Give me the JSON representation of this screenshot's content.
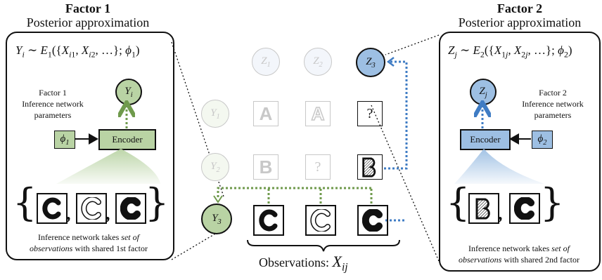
{
  "factor1": {
    "title": "Factor 1",
    "subtitle": "Posterior approximation",
    "formula": "Y_i ~ E_1({X_i1, X_i2, …}; φ_1)",
    "node_label": "Y_i",
    "params_label": "Factor 1\nInference network\nparameters",
    "phi_label": "φ_1",
    "encoder_label": "Encoder",
    "caption_line1": "Inference network takes set of",
    "caption_line2": "observations with shared 1st factor",
    "set_glyphs": [
      "C",
      "C",
      "C"
    ]
  },
  "factor2": {
    "title": "Factor 2",
    "subtitle": "Posterior approximation",
    "formula": "Z_j ~ E_2({X_1j, X_2j, …}; φ_2)",
    "node_label": "Z_j",
    "params_label": "Factor 2\nInference network\nparameters",
    "phi_label": "φ_2",
    "encoder_label": "Encoder",
    "caption_line1": "Inference network takes set of",
    "caption_line2": "observations with shared 2nd factor",
    "set_glyphs": [
      "B",
      "C"
    ]
  },
  "grid": {
    "z_nodes": [
      "Z_1",
      "Z_2",
      "Z_3"
    ],
    "y_nodes": [
      "Y_1",
      "Y_2",
      "Y_3"
    ],
    "row1": [
      "A",
      "A",
      "?"
    ],
    "row2": [
      "B",
      "?",
      "B"
    ],
    "row3": [
      "C",
      "C",
      "C"
    ],
    "observations_label": "Observations:",
    "observations_symbol": "X_ij"
  },
  "colors": {
    "green_fill": "#b9d3a4",
    "green_dark": "#6f9a4c",
    "blue_fill": "#9dbfe3",
    "blue_dark": "#3f7cc4",
    "faded": "#c8c8c8"
  }
}
